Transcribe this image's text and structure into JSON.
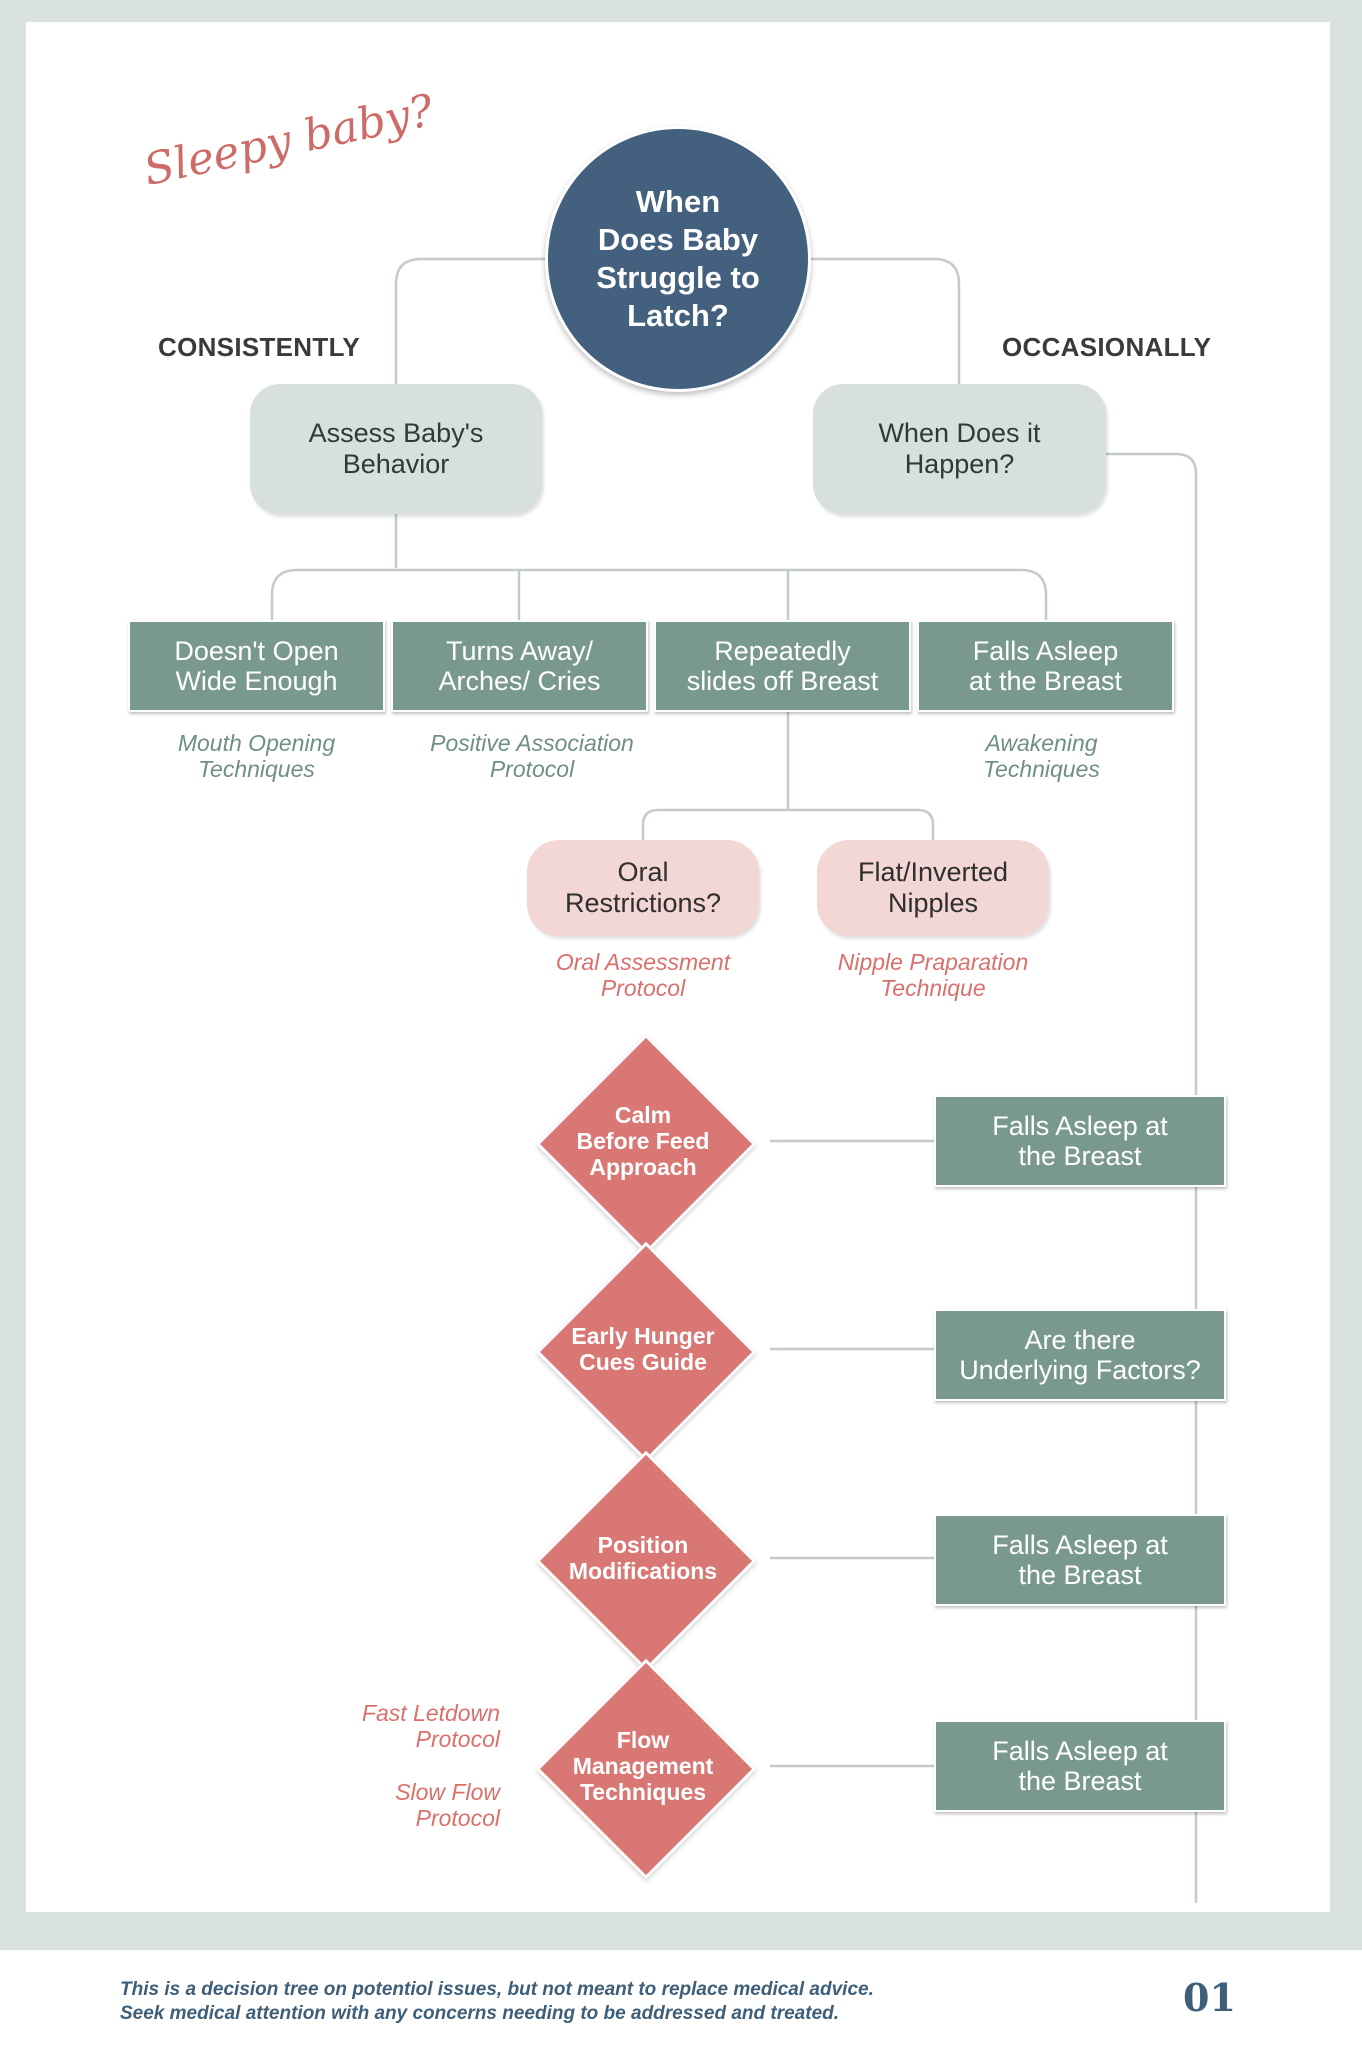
{
  "title_script": "Sleepy baby?",
  "root": {
    "text": "When\nDoes Baby\nStruggle to\nLatch?"
  },
  "branches": {
    "left_label": "CONSISTENTLY",
    "right_label": "OCCASIONALLY"
  },
  "left_node": "Assess Baby's\nBehavior",
  "right_node": "When Does it\nHappen?",
  "behaviors": [
    {
      "label": "Doesn't Open\nWide Enough",
      "resource": "Mouth Opening\nTechniques"
    },
    {
      "label": "Turns Away/\nArches/ Cries",
      "resource": "Positive Association\nProtocol"
    },
    {
      "label": "Repeatedly\nslides off Breast",
      "resource": ""
    },
    {
      "label": "Falls Asleep\nat the Breast",
      "resource": "Awakening\nTechniques"
    }
  ],
  "sub_causes": [
    {
      "label": "Oral\nRestrictions?",
      "resource": "Oral Assessment\nProtocol"
    },
    {
      "label": "Flat/Inverted\nNipples",
      "resource": "Nipple Praparation\nTechnique"
    }
  ],
  "approaches": [
    {
      "diamond": "Calm\nBefore Feed\nApproach",
      "box": "Falls Asleep at\nthe Breast"
    },
    {
      "diamond": "Early Hunger\nCues Guide",
      "box": "Are there\nUnderlying Factors?"
    },
    {
      "diamond": "Position\nModifications",
      "box": "Falls Asleep at\nthe Breast"
    },
    {
      "diamond": "Flow\nManagement\nTechniques",
      "box": "Falls Asleep at\nthe Breast"
    }
  ],
  "flow_protocols": {
    "fast": "Fast Letdown\nProtocol",
    "slow": "Slow Flow\nProtocol"
  },
  "footer": {
    "line1": "This is a decision tree on potentiol issues, but not meant to replace medical advice.",
    "line2": "Seek medical attention with any concerns needing to be addressed and treated.",
    "page_number": "01"
  },
  "colors": {
    "navy": "#44607f",
    "sage": "#7a998e",
    "mint": "#d8e0dc",
    "blush": "#f3d7d4",
    "coral": "#d97774"
  }
}
